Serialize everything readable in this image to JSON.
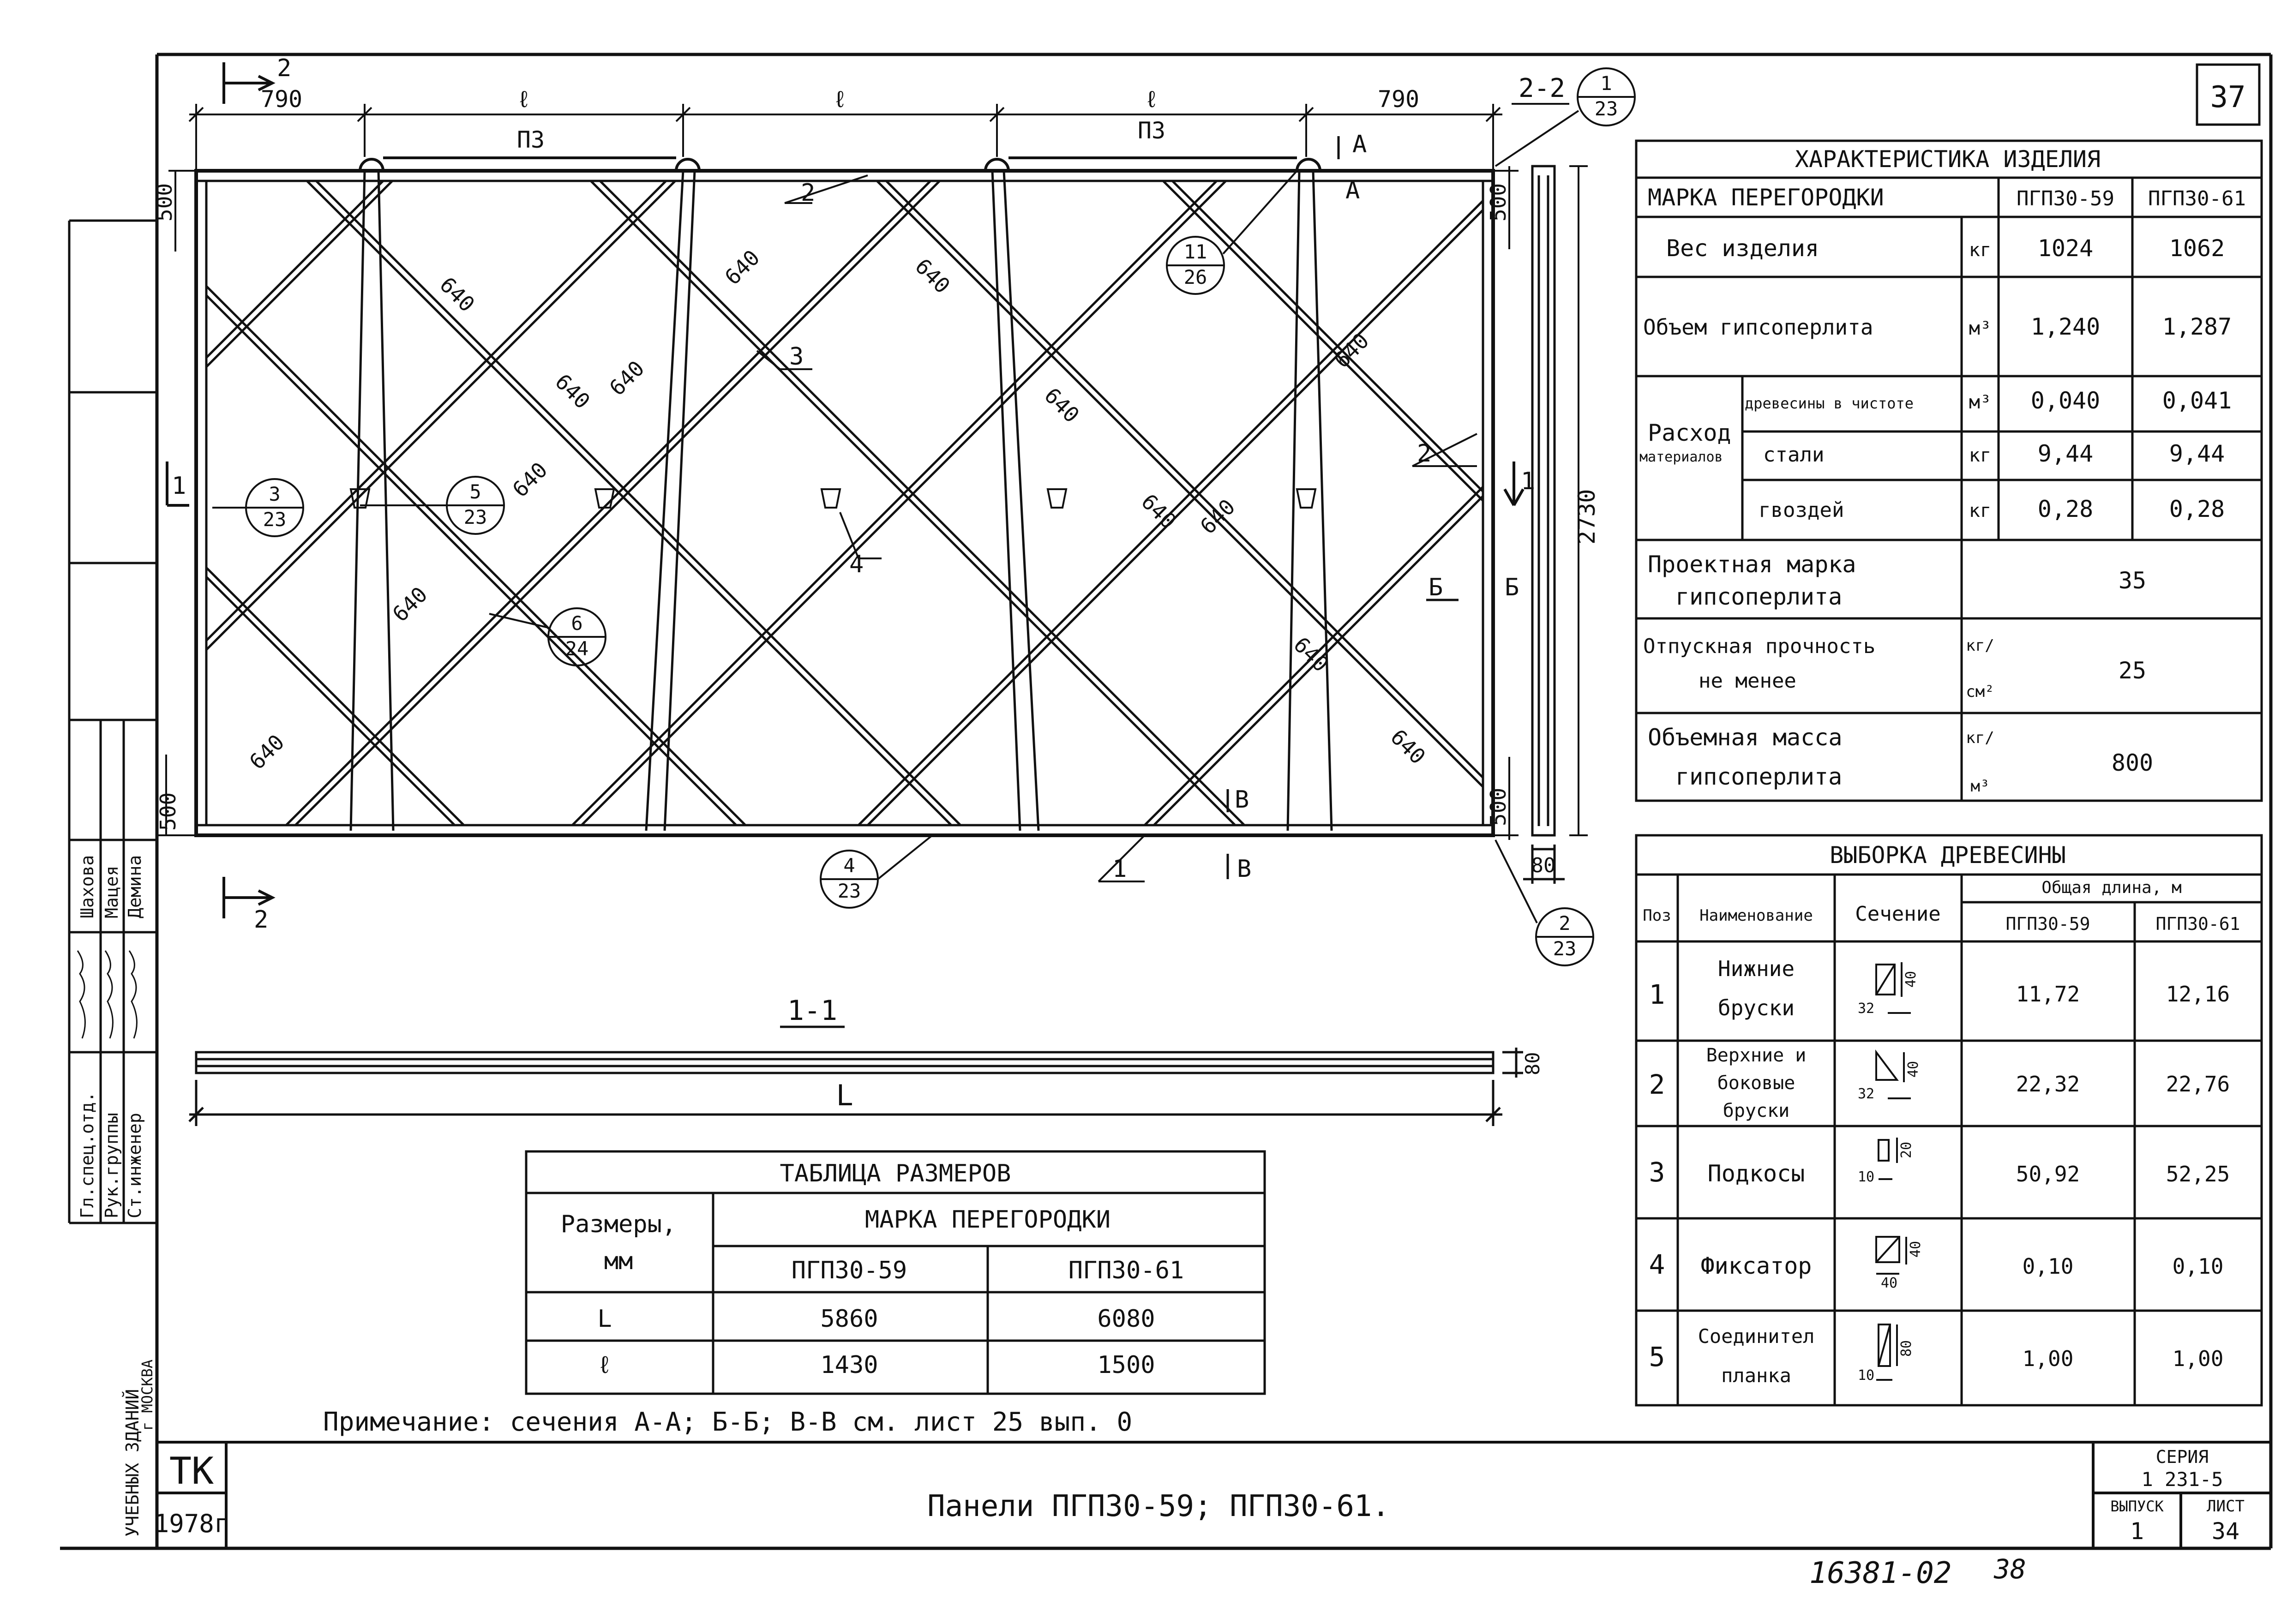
{
  "sheet": {
    "sheet_number": "37",
    "title_block": {
      "org_code": "ТК",
      "year": "1978г",
      "title": "Панели ПГП30-59; ПГП30-61.",
      "series_label": "СЕРИЯ",
      "series": "1 231-5",
      "issue_label": "ВЫПУСК",
      "issue": "1",
      "page_label": "ЛИСТ",
      "page": "34"
    },
    "archive_number": "16381-02",
    "archive_page": "38",
    "stamp": {
      "org_lines": [
        "УЧЕБНЫХ ЗДАНИЙ",
        "г МОСКВА"
      ],
      "roles": [
        "Гл.спец.отд.",
        "Рук.группы",
        "Ст.инженер"
      ],
      "names": [
        "Шахова",
        "Мацея",
        "Демина"
      ]
    }
  },
  "elevation": {
    "dimensions_top": [
      "790",
      "ℓ",
      "ℓ",
      "ℓ",
      "790"
    ],
    "lifting_span_labels": [
      "П3",
      "П3"
    ],
    "brace_length": "640",
    "vertical_dims_left": [
      "500",
      "500"
    ],
    "vertical_dims_right": [
      "500",
      "500"
    ],
    "height": "2730",
    "thickness": "80",
    "section_marks": [
      "1",
      "1",
      "2",
      "2",
      "2-2"
    ],
    "cut_labels": [
      "А",
      "А",
      "Б",
      "Б",
      "В",
      "В"
    ],
    "position_marks": [
      "1",
      "2",
      "2",
      "3",
      "4"
    ],
    "detail_callouts": [
      {
        "num": "1",
        "sheet": "23"
      },
      {
        "num": "11",
        "sheet": "26"
      },
      {
        "num": "3",
        "sheet": "23"
      },
      {
        "num": "5",
        "sheet": "23"
      },
      {
        "num": "6",
        "sheet": "24"
      },
      {
        "num": "4",
        "sheet": "23"
      },
      {
        "num": "2",
        "sheet": "23"
      }
    ]
  },
  "section_1_1": {
    "label": "1-1",
    "length_label": "L",
    "thickness": "80"
  },
  "size_table": {
    "title": "ТАБЛИЦА РАЗМЕРОВ",
    "row_header_line1": "Размеры,",
    "row_header_line2": "мм",
    "mark_header": "МАРКА ПЕРЕГОРОДКИ",
    "marks": [
      "ПГП30-59",
      "ПГП30-61"
    ],
    "rows": [
      {
        "label": "L",
        "values": [
          "5860",
          "6080"
        ]
      },
      {
        "label": "ℓ",
        "values": [
          "1430",
          "1500"
        ]
      }
    ]
  },
  "note": "Примечание: сечения А-А; Б-Б; В-В см. лист 25 вып. 0",
  "characteristics": {
    "title": "ХАРАКТЕРИСТИКА ИЗДЕЛИЯ",
    "mark_label": "МАРКА ПЕРЕГОРОДКИ",
    "marks": [
      "ПГП30-59",
      "ПГП30-61"
    ],
    "weight": {
      "label": "Вес изделия",
      "unit": "кг",
      "values": [
        "1024",
        "1062"
      ]
    },
    "volume": {
      "label": "Объем гипсоперлита",
      "unit": "м³",
      "values": [
        "1,240",
        "1,287"
      ]
    },
    "consumption_label_1": "Расход",
    "consumption_label_2": "материалов",
    "consumption": [
      {
        "label": "древесины в чистоте",
        "unit": "м³",
        "values": [
          "0,040",
          "0,041"
        ]
      },
      {
        "label": "стали",
        "unit": "кг",
        "values": [
          "9,44",
          "9,44"
        ]
      },
      {
        "label": "гвоздей",
        "unit": "кг",
        "values": [
          "0,28",
          "0,28"
        ]
      }
    ],
    "design_grade": {
      "label_1": "Проектная марка",
      "label_2": "гипсоперлита",
      "value": "35"
    },
    "release_strength": {
      "label_1": "Отпускная прочность",
      "label_2": "не менее",
      "unit_1": "кг/",
      "unit_2": "см²",
      "value": "25"
    },
    "density": {
      "label_1": "Объемная масса",
      "label_2": "гипсоперлита",
      "unit_1": "кг/",
      "unit_2": "м³",
      "value": "800"
    }
  },
  "timber": {
    "title": "ВЫБОРКА ДРЕВЕСИНЫ",
    "col_pos": "Поз",
    "col_name": "Наименование",
    "col_section": "Сечение",
    "col_total": "Общая длина, м",
    "marks": [
      "ПГП30-59",
      "ПГП30-61"
    ],
    "rows": [
      {
        "pos": "1",
        "name_1": "Нижние",
        "name_2": "бруски",
        "name_3": "",
        "sec_w": "32",
        "sec_h": "40",
        "values": [
          "11,72",
          "12,16"
        ]
      },
      {
        "pos": "2",
        "name_1": "Верхние и",
        "name_2": "боковые",
        "name_3": "бруски",
        "sec_w": "32",
        "sec_h": "40",
        "values": [
          "22,32",
          "22,76"
        ]
      },
      {
        "pos": "3",
        "name_1": "Подкосы",
        "name_2": "",
        "name_3": "",
        "sec_w": "10",
        "sec_h": "20",
        "values": [
          "50,92",
          "52,25"
        ]
      },
      {
        "pos": "4",
        "name_1": "Фиксатор",
        "name_2": "",
        "name_3": "",
        "sec_w": "40",
        "sec_h": "40",
        "values": [
          "0,10",
          "0,10"
        ]
      },
      {
        "pos": "5",
        "name_1": "Соединител",
        "name_2": "планка",
        "name_3": "",
        "sec_w": "10",
        "sec_h": "80",
        "values": [
          "1,00",
          "1,00"
        ]
      }
    ]
  }
}
